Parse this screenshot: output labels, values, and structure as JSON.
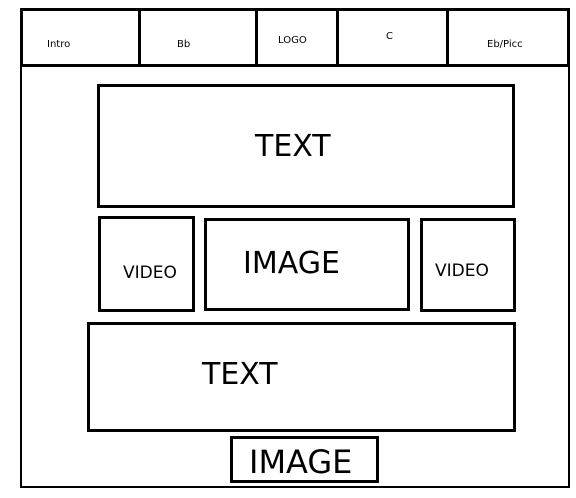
{
  "nav": {
    "items": [
      {
        "label": "Intro"
      },
      {
        "label": "Bb"
      },
      {
        "label": "LOGO"
      },
      {
        "label": "C"
      },
      {
        "label": "Eb/Picc"
      }
    ]
  },
  "blocks": {
    "text_top": "TEXT",
    "video_left": "VIDEO",
    "image_center": "IMAGE",
    "video_right": "VIDEO",
    "text_bottom": "TEXT",
    "image_bottom": "IMAGE"
  }
}
